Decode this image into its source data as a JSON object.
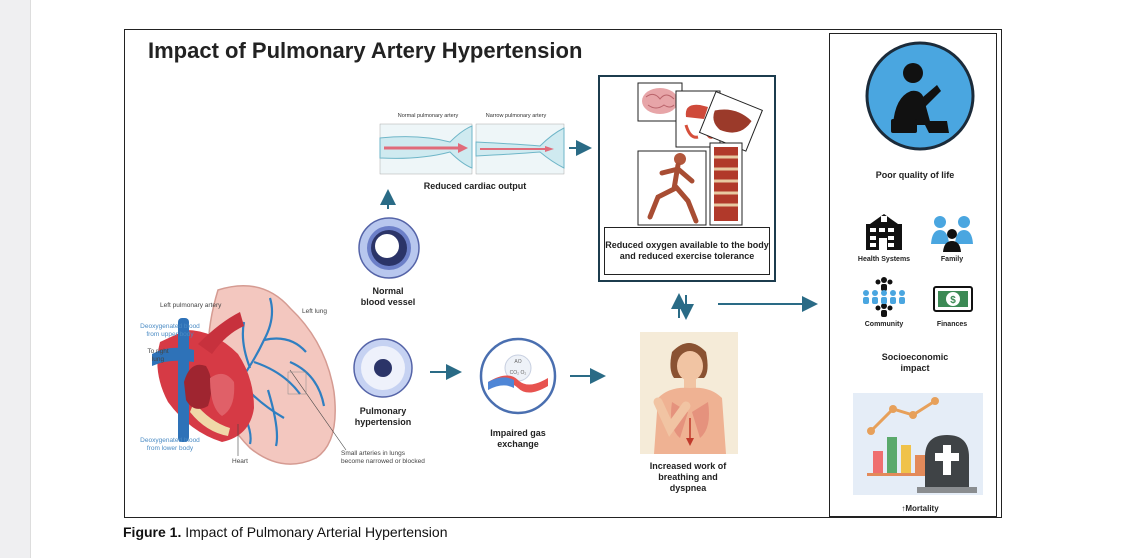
{
  "title": "Impact of Pulmonary Artery Hypertension",
  "caption": {
    "prefix": "Figure 1.",
    "text": " Impact of Pulmonary Arterial Hypertension"
  },
  "artery_panel": {
    "normal": "Normal pulmonary artery",
    "narrow": "Narrow pulmonary artery",
    "label": "Reduced cardiac output"
  },
  "vessels": {
    "normal": [
      "Normal",
      "blood vessel"
    ],
    "hypertension": [
      "Pulmonary",
      "hypertension"
    ]
  },
  "gas_exchange": [
    "Impaired gas",
    "exchange"
  ],
  "breathing": [
    "Increased work of",
    "breathing and",
    "dyspnea"
  ],
  "oxygen": "Reduced oxygen available to the body and reduced exercise tolerance",
  "lung": {
    "left_pulmonary_artery": "Left pulmonary artery",
    "left_lung": "Left lung",
    "deoxy_upper": [
      "Deoxygenated blood",
      "from upper body"
    ],
    "to_right_lung": [
      "To right",
      "lung"
    ],
    "deoxy_lower": [
      "Deoxygenated blood",
      "from lower body"
    ],
    "heart": "Heart",
    "small_arteries": [
      "Small arteries in lungs",
      "become narrowed or blocked"
    ],
    "gas_labels": [
      "AO",
      "CO₂ O₂"
    ]
  },
  "right": {
    "quality": "Poor quality of life",
    "health": "Health Systems",
    "family": "Family",
    "community": "Community",
    "finances": "Finances",
    "socio": [
      "Socioeconomic",
      "impact"
    ],
    "mortality": "Mortality"
  },
  "colors": {
    "navy": "#1c3c4e",
    "arrow": "#2a6b86",
    "accent": "#4aa6e0"
  }
}
